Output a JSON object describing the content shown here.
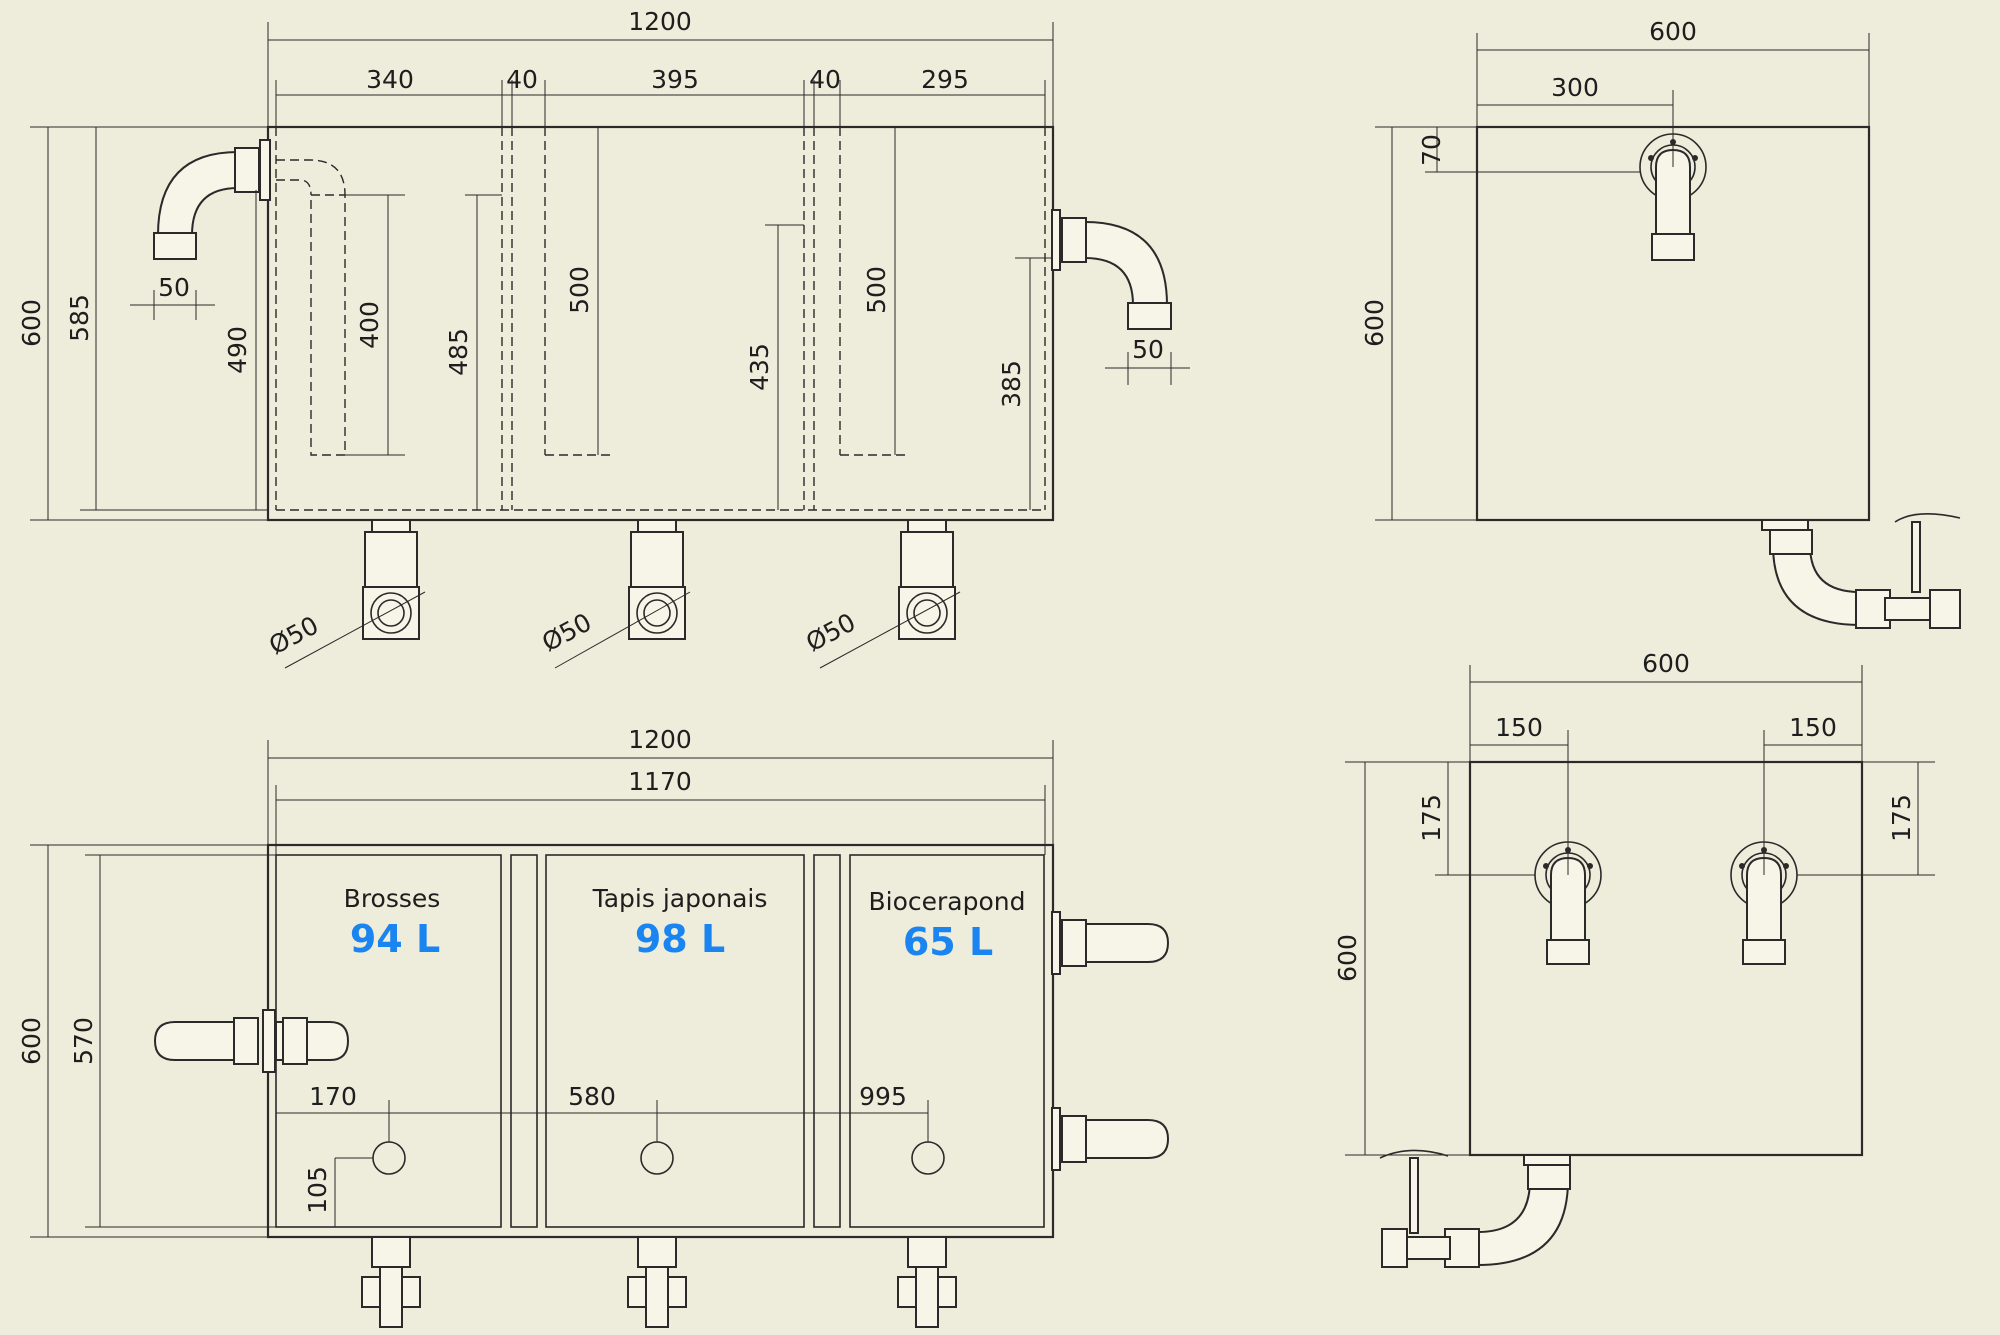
{
  "front_view": {
    "dims": {
      "overall_length": "1200",
      "comp1": "340",
      "wall1": "40",
      "comp2": "395",
      "wall2": "40",
      "comp3": "295",
      "height": "600",
      "height_inner": "585",
      "inlet_diam": "50",
      "inlet_height": "490",
      "inlet_pipe": "400",
      "baffle1": "485",
      "baffle1_pipe": "500",
      "baffle2": "435",
      "baffle2_pipe": "500",
      "outlet_height": "385",
      "outlet_diam": "50",
      "drain1": "Ø50",
      "drain2": "Ø50",
      "drain3": "Ø50"
    }
  },
  "top_view": {
    "dims": {
      "overall_length": "1200",
      "inner_length": "1170",
      "width": "600",
      "inner_width": "570",
      "drain1_x": "170",
      "drain2_x": "580",
      "drain3_x": "995",
      "drain_y": "105"
    },
    "compartments": [
      {
        "name": "Brosses",
        "volume": "94 L"
      },
      {
        "name": "Tapis japonais",
        "volume": "98 L"
      },
      {
        "name": "Biocerapond",
        "volume": "65 L"
      }
    ]
  },
  "side_view_right": {
    "dims": {
      "width": "600",
      "offset": "300",
      "pipe_top": "70",
      "height": "600"
    }
  },
  "side_view_left": {
    "dims": {
      "width": "600",
      "offset_left": "150",
      "offset_right": "150",
      "pipe_top_left": "175",
      "pipe_top_right": "175",
      "height": "600"
    }
  },
  "colors": {
    "background": "#eeecda",
    "line": "#2a2a2a",
    "volume_text": "#1a85f0"
  }
}
